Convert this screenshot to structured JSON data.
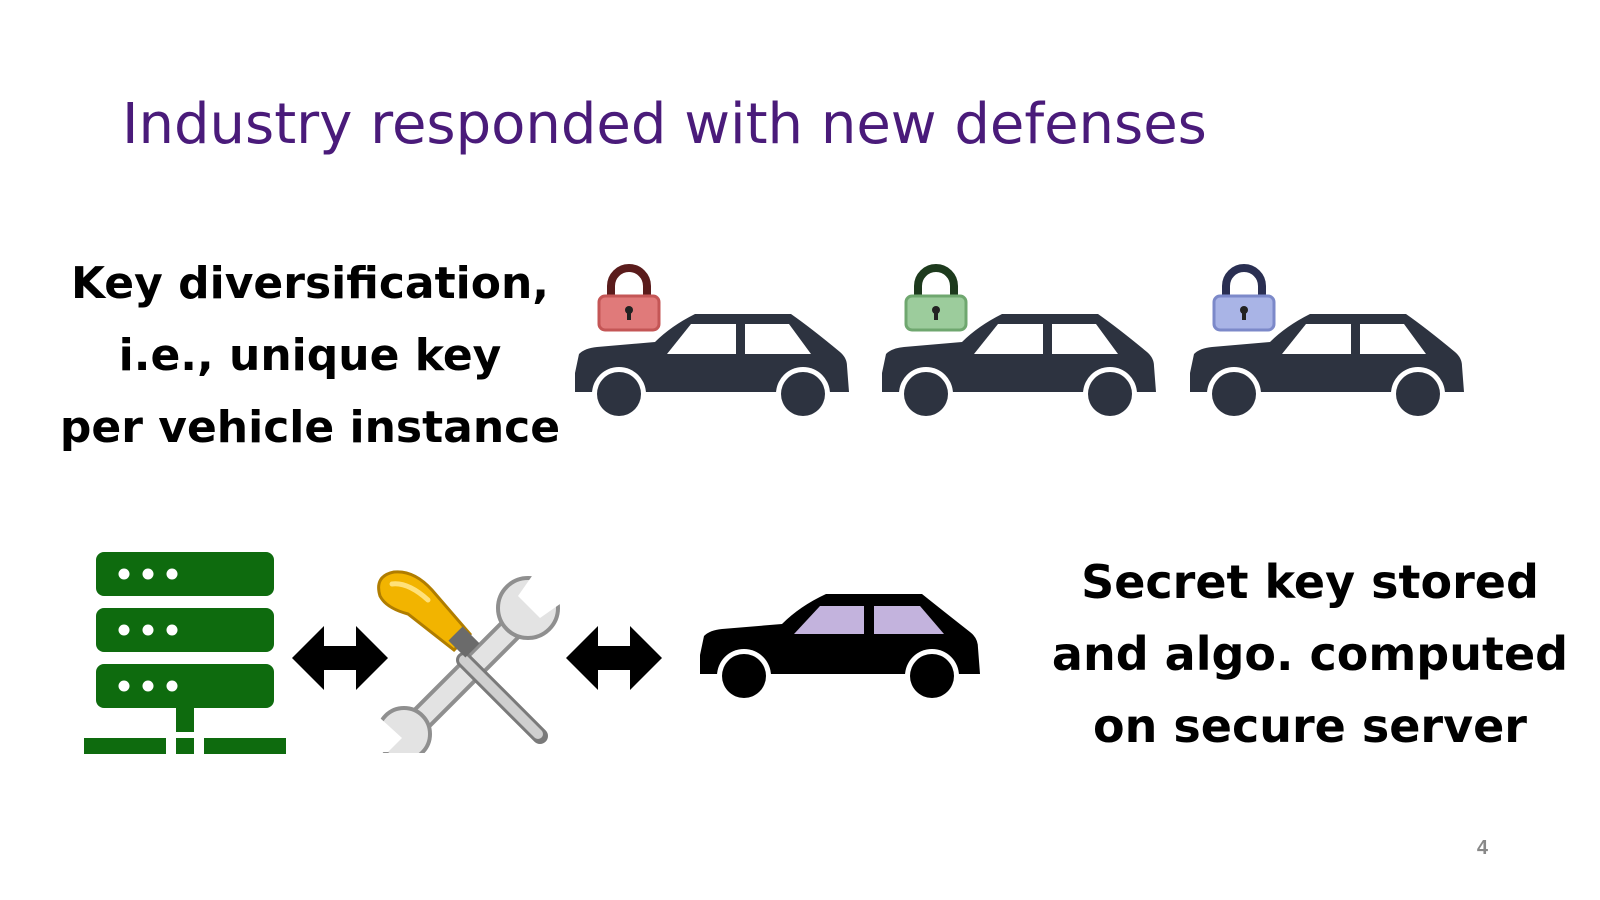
{
  "slide": {
    "title": "Industry responded with new defenses",
    "key_diversification": {
      "lines": [
        "Key diversification,",
        "i.e., unique key",
        "per vehicle instance"
      ],
      "vehicles": [
        {
          "icon": "car-icon",
          "lock_icon": "padlock-icon",
          "lock_color": "#e07a7a",
          "lock_shade": "#c45656",
          "car_color": "#2d3340"
        },
        {
          "icon": "car-icon",
          "lock_icon": "padlock-icon",
          "lock_color": "#9ccc9c",
          "lock_shade": "#6fa76f",
          "car_color": "#2d3340"
        },
        {
          "icon": "car-icon",
          "lock_icon": "padlock-icon",
          "lock_color": "#a9b4e6",
          "lock_shade": "#7c89c9",
          "car_color": "#2d3340"
        }
      ]
    },
    "secure_server": {
      "lines": [
        "Secret key stored",
        "and algo. computed",
        "on secure server"
      ],
      "server_icon": "server-icon",
      "server_color": "#0e6b0e",
      "tools_icon": "tools-icon",
      "arrow_icon": "double-arrow-icon",
      "car_icon": "car-icon",
      "car_color": "#000000",
      "car_window_color": "#c3b3dd"
    },
    "page_number": "4"
  }
}
